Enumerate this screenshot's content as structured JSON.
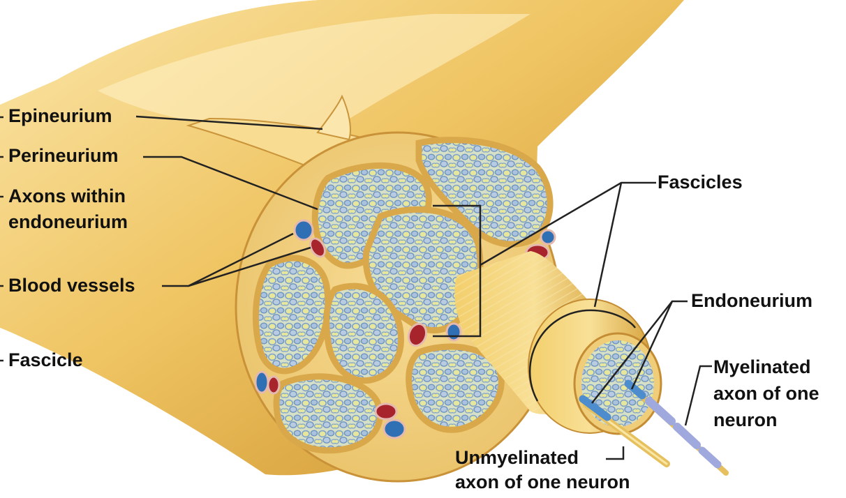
{
  "labels": {
    "epineurium": "Epineurium",
    "perineurium": "Perineurium",
    "axons_line1": "Axons within",
    "axons_line2": "endoneurium",
    "blood_vessels": "Blood vessels",
    "fascicle": "Fascicle",
    "fascicles": "Fascicles",
    "endoneurium": "Endoneurium",
    "myelinated_line1": "Myelinated",
    "myelinated_line2": "axon of one",
    "myelinated_line3": "neuron",
    "unmyelinated_line1": "Unmyelinated",
    "unmyelinated_line2": "axon of one neuron"
  },
  "colors": {
    "nerve_outer": "#e8b84a",
    "nerve_highlight": "#f9dc8c",
    "perineurium": "#f2cf7a",
    "axon_fill": "#9fb9d6",
    "endoneurium_fill": "#e7e59a",
    "vein": "#2f6fb3",
    "artery": "#a8242c",
    "leader_line": "#222222"
  }
}
